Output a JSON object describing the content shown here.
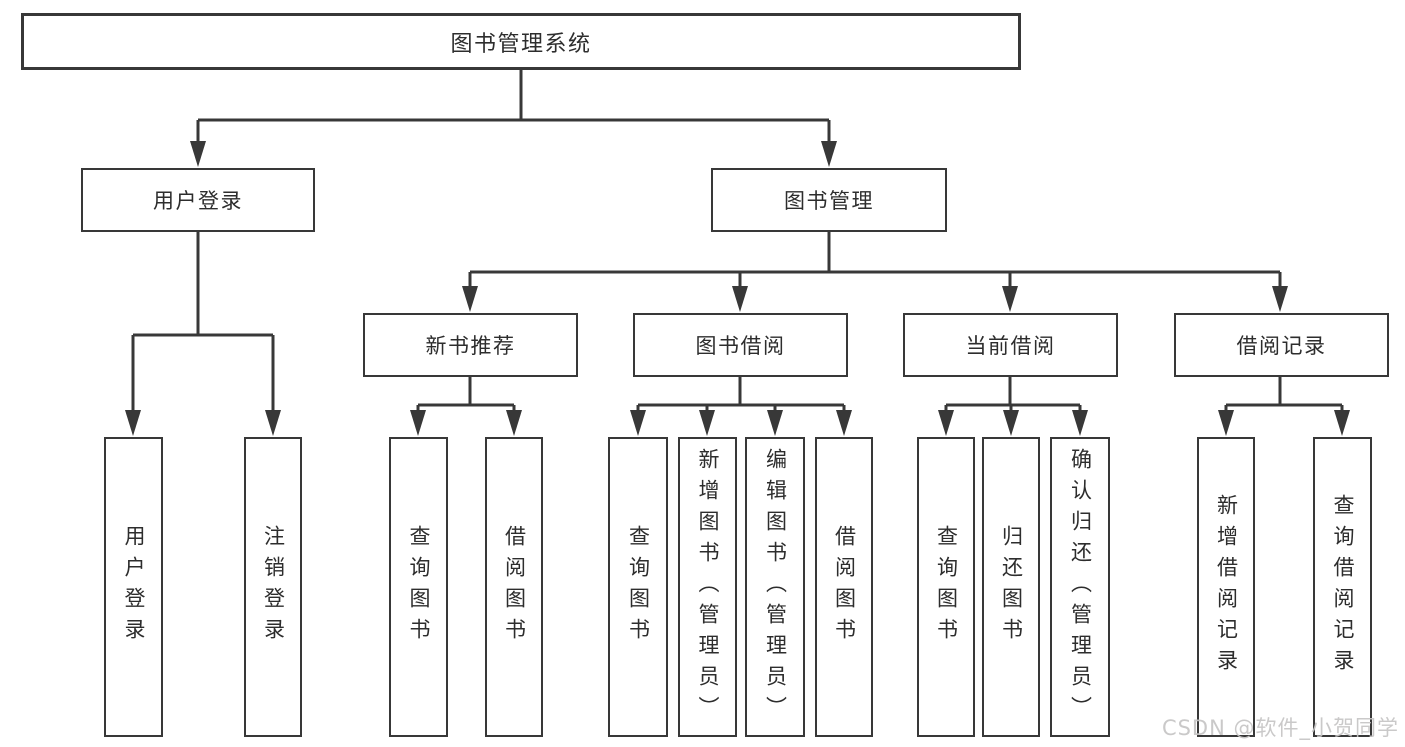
{
  "nodes": {
    "root": "图书管理系统",
    "level2": [
      "用户登录",
      "图书管理"
    ],
    "level3": [
      "新书推荐",
      "图书借阅",
      "当前借阅",
      "借阅记录"
    ],
    "leaves": {
      "user_login": [
        "用户登录",
        "注销登录"
      ],
      "new_books": [
        "查询图书",
        "借阅图书"
      ],
      "book_borrow": [
        "查询图书",
        "新增图书（管理员）",
        "编辑图书（管理员）",
        "借阅图书"
      ],
      "current_borrow": [
        "查询图书",
        "归还图书",
        "确认归还（管理员）"
      ],
      "borrow_records": [
        "新增借阅记录",
        "查询借阅记录"
      ]
    }
  },
  "watermark": "CSDN @软件_小贺同学",
  "colors": {
    "line": "#383838",
    "box_border": "#383838",
    "text": "#2d2d2d",
    "background": "#ffffff",
    "watermark": "#c6c4c4"
  }
}
